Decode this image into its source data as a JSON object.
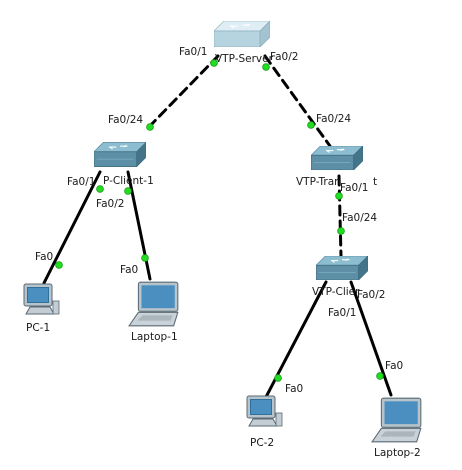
{
  "colors": {
    "port_led": "#22dd22",
    "link": "#000000",
    "switch_top": "#86b6c9",
    "switch_side": "#4f7f95"
  },
  "devices": {
    "vtp_server": {
      "label": "VTP-Server",
      "icon": "workgroup-switch-icon"
    },
    "vtp_client_1": {
      "label": "P-Client-1",
      "icon": "workgroup-switch-icon"
    },
    "vtp_transparent": {
      "label": "VTP-Tran",
      "label_suffix": "t",
      "icon": "workgroup-switch-icon"
    },
    "vtp_client_2": {
      "label": "VTP-Clier",
      "icon": "workgroup-switch-icon"
    },
    "pc1": {
      "label": "PC-1",
      "icon": "pc-icon"
    },
    "laptop1": {
      "label": "Laptop-1",
      "icon": "laptop-icon"
    },
    "pc2": {
      "label": "PC-2",
      "icon": "pc-icon"
    },
    "laptop2": {
      "label": "Laptop-2",
      "icon": "laptop-icon"
    }
  },
  "links": [
    {
      "name": "server-client1",
      "type": "trunk",
      "port_a": "Fa0/1",
      "port_b": "Fa0/24"
    },
    {
      "name": "server-transparent",
      "type": "trunk",
      "port_a": "Fa0/2",
      "port_b": "Fa0/24"
    },
    {
      "name": "transparent-client2",
      "type": "trunk",
      "port_a": "Fa0/1",
      "port_b": "Fa0/24"
    },
    {
      "name": "client1-pc1",
      "type": "access",
      "port_a": "Fa0/1",
      "port_b": "Fa0"
    },
    {
      "name": "client1-laptop1",
      "type": "access",
      "port_a": "Fa0/2",
      "port_b": "Fa0"
    },
    {
      "name": "client2-pc2",
      "type": "access",
      "port_a": "Fa0/1",
      "port_b": "Fa0"
    },
    {
      "name": "client2-laptop2",
      "type": "access",
      "port_a": "Fa0/2",
      "port_b": "Fa0"
    }
  ]
}
